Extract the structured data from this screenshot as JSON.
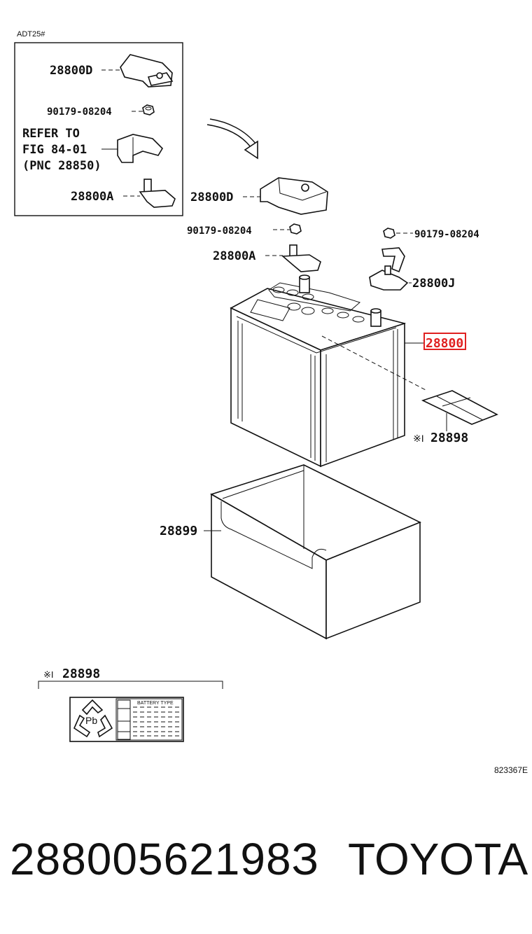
{
  "diagram": {
    "code": "ADT25#",
    "illustration_id": "823367E",
    "inset_labels": {
      "cover": "28800D",
      "nut": "90179-08204",
      "refer_line1": "REFER TO",
      "refer_line2": "FIG 84-01",
      "refer_line3": "(PNC 28850)",
      "terminal": "28800A"
    },
    "main_labels": {
      "cover": "28800D",
      "nut_left": "90179-08204",
      "terminal_pos": "28800A",
      "nut_right": "90179-08204",
      "terminal_neg": "28800J",
      "battery": "28800",
      "label_sticker": "28898",
      "tray": "28899"
    },
    "note_mark": "※I",
    "sticker_detail": {
      "ref": "28898",
      "mark": "※I",
      "header": "BATTERY TYPE",
      "symbol": "Pb"
    },
    "highlight_color": "#e02020"
  },
  "footer": {
    "part_number": "28800562198З",
    "brand": "TOYOTA"
  }
}
